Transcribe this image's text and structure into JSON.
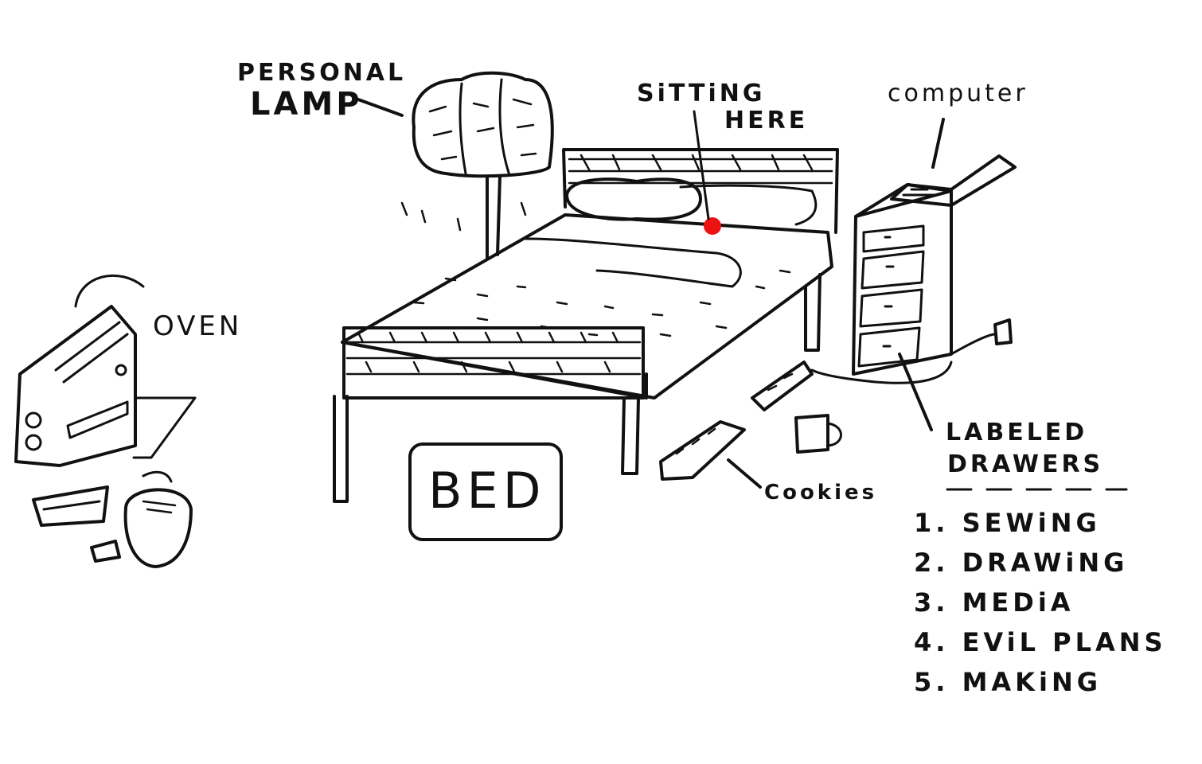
{
  "labels": {
    "lamp_line1": "PERSONAL",
    "lamp_line2": "LAMP",
    "sitting_line1": "SiTTiNG",
    "sitting_line2": "HERE",
    "computer": "computer",
    "oven": "OVEN",
    "bed": "BED",
    "cookies": "Cookies",
    "drawers_line1": "LABELED",
    "drawers_line2": "DRAWERS"
  },
  "drawer_list": [
    "1. SEWiNG",
    "2. DRAWiNG",
    "3. MEDiA",
    "4. EViL PLANS",
    "5. MAKiNG"
  ],
  "colors": {
    "ink": "#111111",
    "marker": "#ee1111",
    "paper": "#ffffff"
  }
}
